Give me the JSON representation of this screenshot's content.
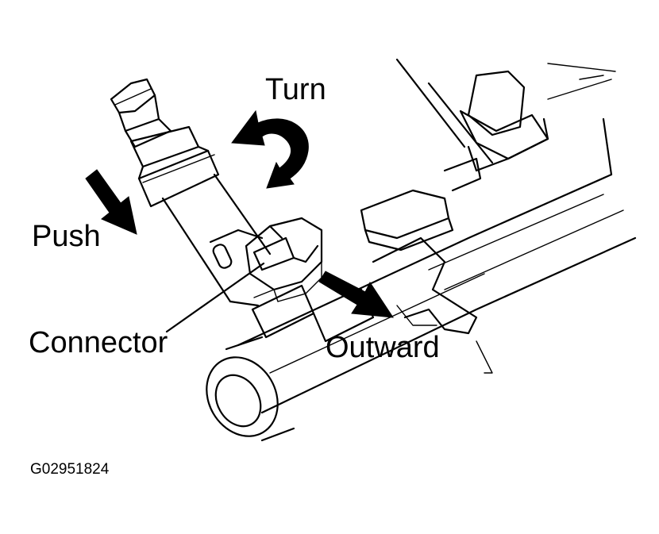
{
  "labels": {
    "turn": "Turn",
    "push": "Push",
    "connector": "Connector",
    "outward": "Outward"
  },
  "figure_code": "G02951824"
}
